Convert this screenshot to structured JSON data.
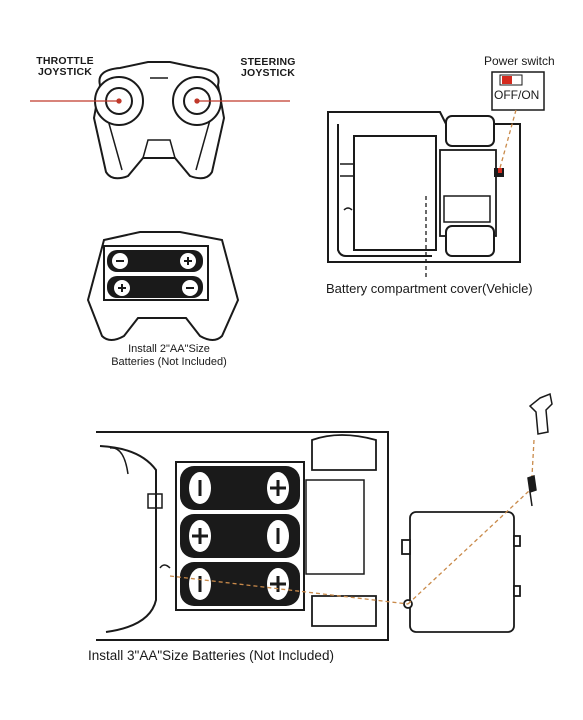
{
  "labels": {
    "throttle_line1": "THROTTLE",
    "throttle_line2": "JOYSTICK",
    "steering_line1": "STEERING",
    "steering_line2": "JOYSTICK",
    "power_switch": "Power switch",
    "off_on": "OFF/ON",
    "battery_cover": "Battery compartment cover(Vehicle)",
    "install_2_line1": "Install 2\"AA\"Size",
    "install_2_line2": "Batteries (Not Included)",
    "install_3": "Install 3\"AA\"Size Batteries (Not Included)"
  },
  "battery_symbols": {
    "plus": "+",
    "minus": "−"
  },
  "colors": {
    "ink": "#1a1a1a",
    "leader_red": "#c0392b",
    "switch_red": "#d42a1e",
    "dashed_orange": "#c98a4a"
  }
}
